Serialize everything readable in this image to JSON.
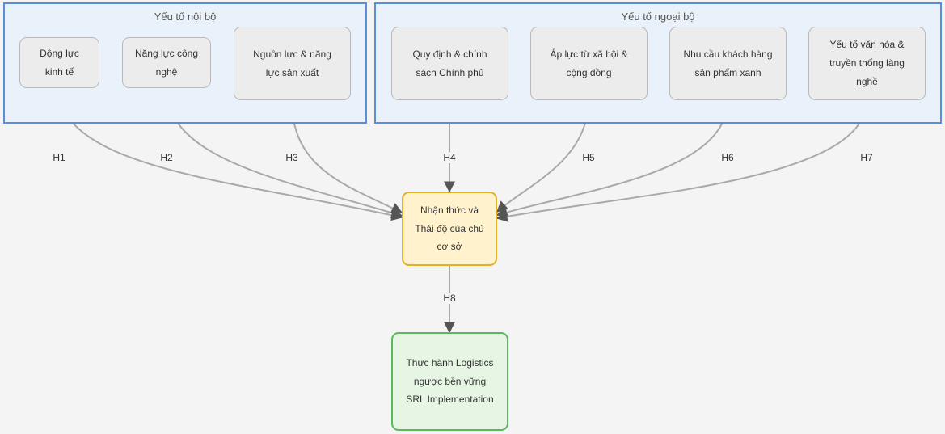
{
  "groups": {
    "internal": {
      "title": "Yếu tố nội bộ",
      "nodes": [
        {
          "label": "Động lực kinh tế"
        },
        {
          "label": "Năng lực công nghệ"
        },
        {
          "label": "Nguồn lực & năng lực sản xuất"
        }
      ]
    },
    "external": {
      "title": "Yếu tố ngoại bộ",
      "nodes": [
        {
          "label": "Quy định & chính sách Chính phủ"
        },
        {
          "label": "Áp lực từ xã hội & cộng đồng"
        },
        {
          "label": "Nhu cầu khách hàng sản phẩm xanh"
        },
        {
          "label": "Yếu tố văn hóa & truyền thống làng nghề"
        }
      ]
    }
  },
  "center_node": {
    "label": "Nhận thức và Thái độ của chủ cơ sở"
  },
  "outcome_node": {
    "line1": "Thực hành Logistics ngược bền vững",
    "line2": "SRL Implementation"
  },
  "hypotheses": [
    "H1",
    "H2",
    "H3",
    "H4",
    "H5",
    "H6",
    "H7",
    "H8"
  ],
  "colors": {
    "group_border": "#5a8ed6",
    "group_fill": "#e9f1fb",
    "center_border": "#e0b02a",
    "center_fill": "#fff2cc",
    "outcome_border": "#5cb85c",
    "outcome_fill": "#e6f5e4",
    "edge": "#a9a9a9"
  }
}
